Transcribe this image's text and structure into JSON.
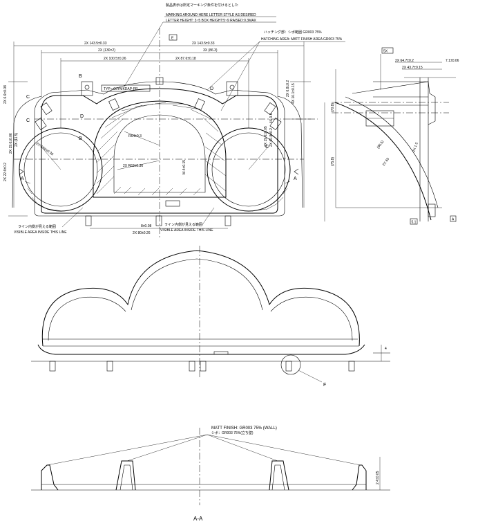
{
  "notes": {
    "marking_jp": "製品表示は所定マーキング条件を付けるとした",
    "marking_line1": "MARKING AROUND HERE LETTER STYLE AS DESIRED",
    "marking_line2": "LETTER HEIGHT: 3~5 BOX HEIGHT:5~9 RAISED:0.3MAX",
    "hatching_jp": "ハッチング部：シボ範囲 GR003 75%",
    "hatching_en": "HATCHING AREA: MATT FINISH AREA GR003 75%",
    "visible_jp_left": "ライン内側が見える範囲",
    "visible_en_left": "VISIBLE AREA INSIDE THIS LINE",
    "visible_jp_right": "ライン内側が見える範囲",
    "visible_en_right": "VISIBLE AREA INSIDE THIS LINE",
    "matt_finish": "MATT FINISH: GR003 75% (WALL)",
    "matt_finish_jp": "シボ：GR003 75%(立ち壁)",
    "section_label": "A-A",
    "part_text": "TYP-□00YMKDAP-PP"
  },
  "dimensions": {
    "top_1": "2X 143.5±0.33",
    "top_2": "2X 143.5±0.33",
    "top_3": "2X (130×2)",
    "top_4": "3X (86.3)",
    "top_5": "2X 100.5±0.26",
    "top_6": "2X 87.6±0.18",
    "left_1": "2X 6.6±0.08",
    "left_2": "2X 22.6±0.2",
    "left_3": "2X 19.6±0.06",
    "left_4": "2X (11.5)",
    "right_1": "2X 6.8±0.2",
    "right_2": "4X 10.1±0.15",
    "right_3": "4X 9.8",
    "right_4": "2X 19.6±0.05",
    "right_5": "2X 60.8±0.2",
    "r_left": "2X R60±0.36",
    "r_center": "R64±0.3",
    "r_center2": "2X R63±0.36",
    "center_v": "M-4±0.15",
    "bottom_1": "8±0.08",
    "bottom_2": "2X 80±0.26",
    "side_top": "5X",
    "side_1": "2X 64.7±0.2",
    "side_2": "2X 43.7±0.15",
    "side_3": "7.1±0.06",
    "side_h1": "(70.8)",
    "side_h2": "(75.8)",
    "side_l": "(96.5)",
    "side_b": "2X 65",
    "side_r": "2X 1.5",
    "side_bot": "5.1",
    "front_h": "4",
    "section_h": "2.4±0.05"
  },
  "labels": {
    "b1": "B",
    "b2": "B",
    "c1": "C",
    "c2": "C",
    "c3": "C",
    "d1": "D",
    "d2": "D",
    "a_left": "A",
    "a_right": "A",
    "e_box": "E",
    "f": "F",
    "a_side": "A",
    "b_box": "A",
    "g_box": "B"
  }
}
